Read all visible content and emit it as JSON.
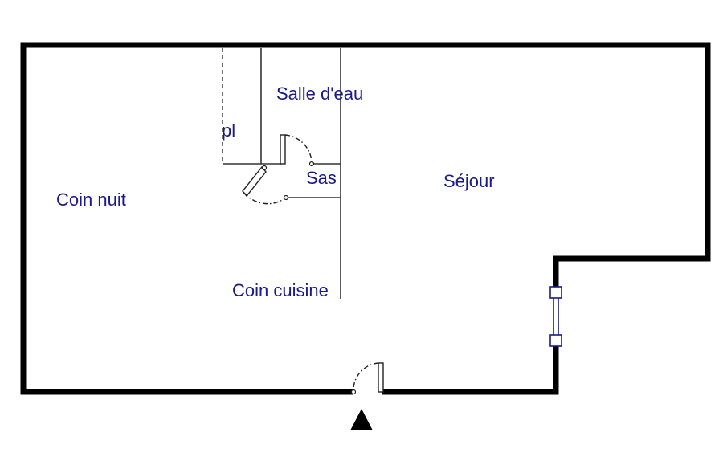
{
  "rooms": {
    "salle_deau": "Salle d'eau",
    "placard": "pl",
    "sas": "Sas",
    "sejour": "Séjour",
    "coin_nuit": "Coin nuit",
    "coin_cuisine": "Coin cuisine"
  },
  "colors": {
    "walls": "#000000",
    "labels": "#1a1a8c",
    "window": "#1a1a8c"
  },
  "icons": {
    "entrance": "entrance-arrow-icon"
  }
}
